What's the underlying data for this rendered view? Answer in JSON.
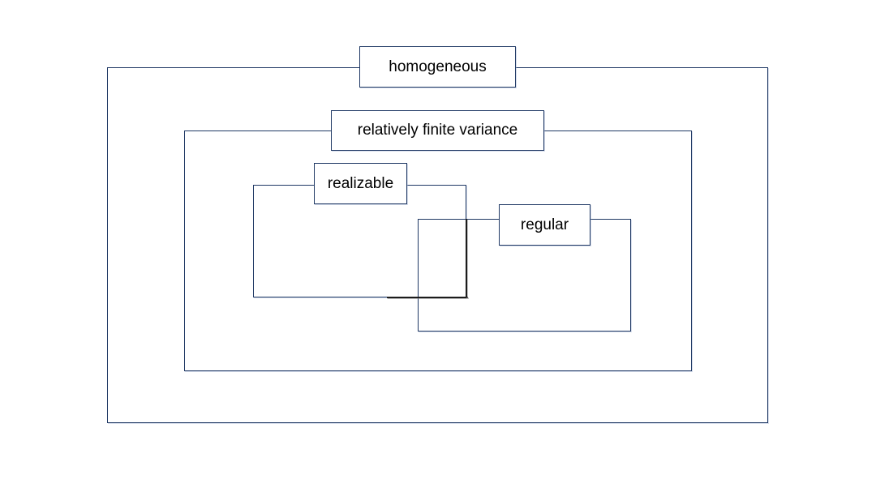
{
  "colors": {
    "line-navy": "#1f3864",
    "line-black": "#1c1c1c",
    "text-color": "#000000",
    "background": "#ffffff"
  },
  "labels": {
    "homogeneous": "homogeneous",
    "relatively_finite_variance": "relatively finite variance",
    "realizable": "realizable",
    "regular": "regular"
  },
  "diagram": {
    "type": "nested-set-diagram",
    "sets": [
      {
        "label": "homogeneous",
        "level": "outermost"
      },
      {
        "label": "relatively finite variance",
        "inside": "homogeneous"
      },
      {
        "label": "realizable",
        "inside": "relatively finite variance",
        "overlaps": "regular"
      },
      {
        "label": "regular",
        "inside": "relatively finite variance",
        "overlaps": "realizable"
      }
    ]
  }
}
